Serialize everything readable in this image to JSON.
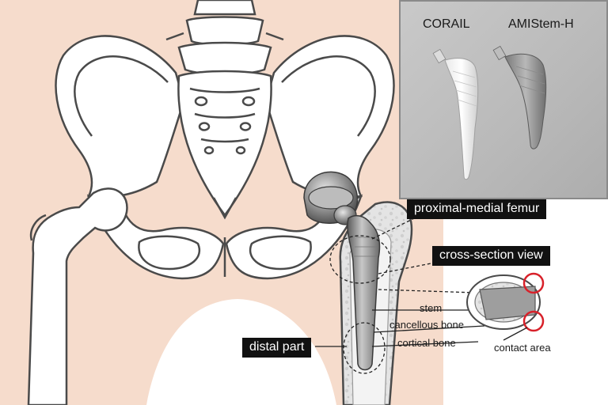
{
  "inset": {
    "implant_left": "CORAIL",
    "implant_right": "AMIStem-H"
  },
  "callouts": {
    "proximal": "proximal-medial femur",
    "cross_section": "cross-section view",
    "distal": "distal part"
  },
  "labels": {
    "stem": "stem",
    "cancellous": "cancellous bone",
    "cortical": "cortical bone",
    "contact": "contact area"
  },
  "colors": {
    "skin": "#f6dccc",
    "bone_outline": "#4a4a4a",
    "bone_fill": "#ffffff",
    "implant_metal": "#8e8e8e",
    "contact_circle": "#d8212a",
    "callout_bg": "#111111"
  }
}
